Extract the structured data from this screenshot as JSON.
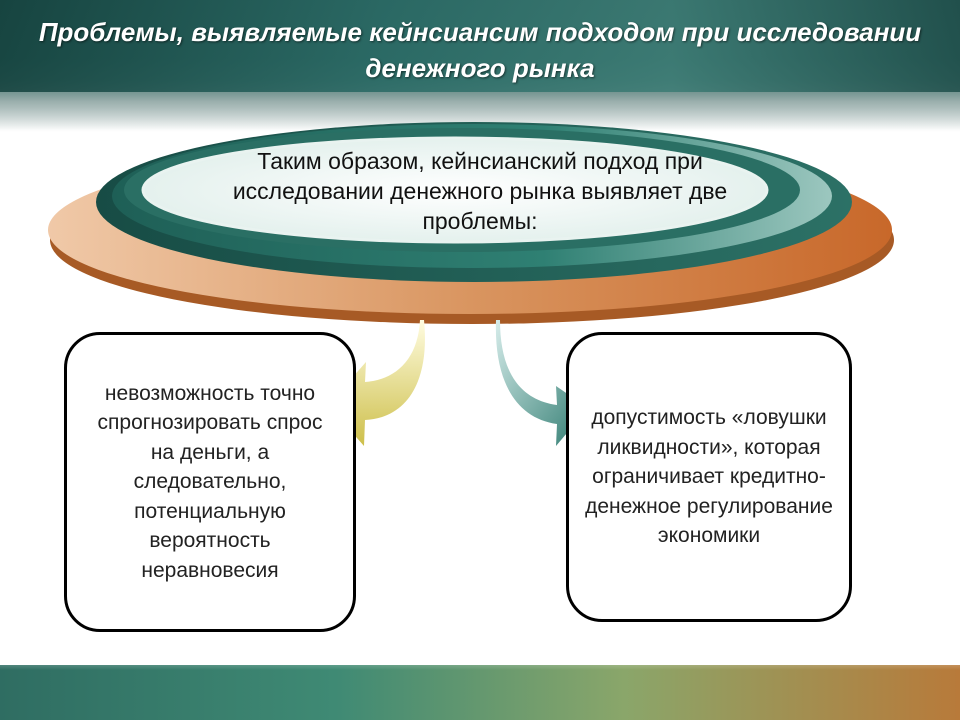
{
  "slide": {
    "title": "Проблемы, выявляемые кейнсиансим подходом при исследовании денежного рынка",
    "center_text": "Таким образом, кейнсианский подход при исследовании денежного рынка выявляет две проблемы:",
    "left_box": "невозможность точно спрогнозировать спрос на деньги, а следовательно, потенциальную вероятность неравновесия",
    "right_box": "допустимость «ловушки ликвидности», которая ограничивает кредитно-денежное регулирование экономики"
  },
  "colors": {
    "header_dark": "#1f4f4c",
    "ring_teal": "#2e7b6e",
    "ring_orange": "#cf7b3c",
    "left_arrow": "#d8cf7a",
    "right_arrow": "#3f8a7c"
  }
}
